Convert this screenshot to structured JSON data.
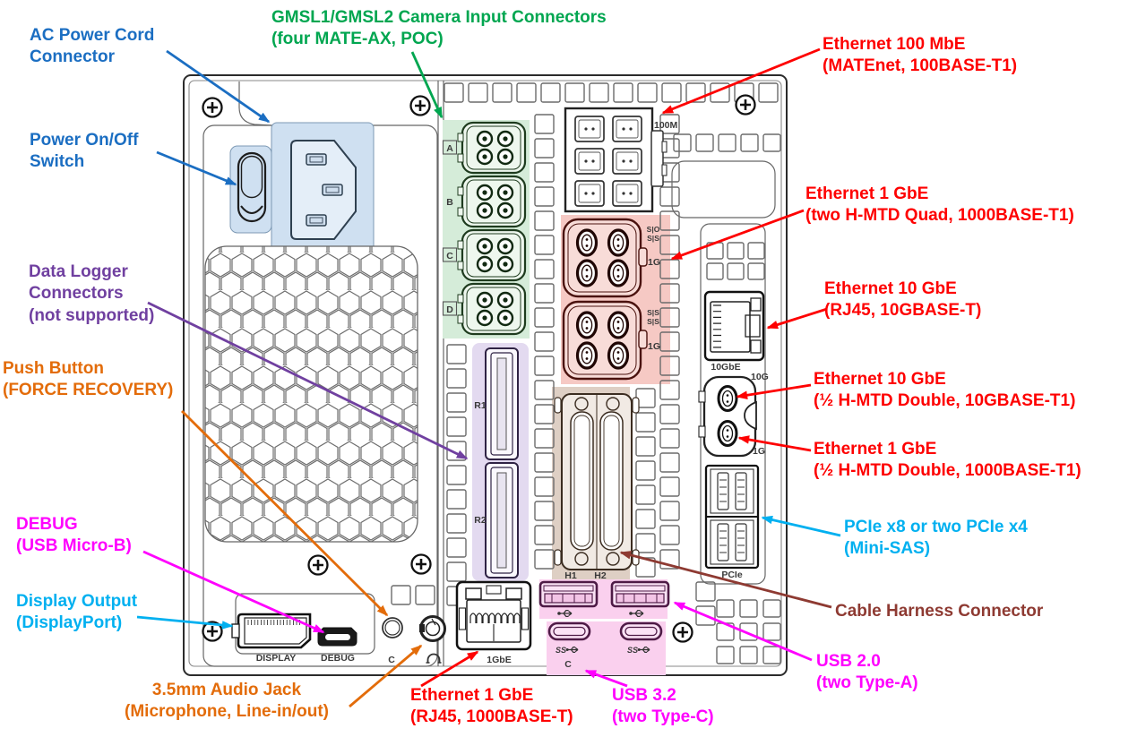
{
  "colors": {
    "c-blue": "#1b6ec2",
    "c-green": "#00a650",
    "c-red": "#fe0000",
    "c-magenta": "#ff00fe",
    "c-cyan": "#00b0f0",
    "c-orange": "#e36c0a",
    "c-purple": "#7040a0",
    "c-brown": "#8e3a32",
    "hl-blue": "#cfe0f1",
    "hl-green": "#d5ecd9",
    "hl-red": "#f6c9c4",
    "hl-purple": "#e3daf0",
    "hl-tan": "#decfc4",
    "hl-pink": "#fad0ee"
  },
  "callouts": {
    "ac_power": {
      "text": "AC Power Cord\nConnector"
    },
    "power_switch": {
      "text": "Power On/Off\nSwitch"
    },
    "gmsl": {
      "text": "GMSL1/GMSL2 Camera Input Connectors\n(four MATE-AX, POC)"
    },
    "eth_100m": {
      "text": "Ethernet 100 MbE\n(MATEnet, 100BASE-T1)"
    },
    "eth_1g_quad": {
      "text": "Ethernet 1 GbE\n(two H-MTD Quad, 1000BASE-T1)"
    },
    "eth_10g_rj45": {
      "text": "Ethernet 10 GbE\n(RJ45, 10GBASE-T)"
    },
    "eth_10g_hmtd": {
      "text": "Ethernet 10 GbE\n(½ H-MTD Double, 10GBASE-T1)"
    },
    "eth_1g_hmtd": {
      "text": "Ethernet 1 GbE\n(½ H-MTD Double, 1000BASE-T1)"
    },
    "pcie": {
      "text": "PCIe x8 or two PCIe x4\n(Mini-SAS)"
    },
    "harness": {
      "text": "Cable Harness Connector"
    },
    "usb2": {
      "text": "USB 2.0\n(two Type-A)"
    },
    "data_logger": {
      "text": "Data Logger\nConnectors\n(not supported)"
    },
    "push_button": {
      "text": "Push Button\n(FORCE RECOVERY)"
    },
    "debug": {
      "text": "DEBUG\n(USB Micro-B)"
    },
    "display_out": {
      "text": "Display Output\n(DisplayPort)"
    },
    "audio": {
      "text": "3.5mm Audio Jack\n(Microphone, Line-in/out)"
    },
    "eth_1g_rj45": {
      "text": "Ethernet 1 GbE\n(RJ45, 1000BASE-T)"
    },
    "usb3": {
      "text": "USB 3.2\n(two Type-C)"
    }
  },
  "panel": {
    "markings": {
      "m100": "100M",
      "gmsl_a": "A",
      "gmsl_b": "B",
      "gmsl_c": "C",
      "gmsl_d": "D",
      "sig_top_1": "S|O",
      "sig_top_2": "S|S",
      "g1_top": "1G",
      "sig_bot_1": "S|S",
      "sig_bot_2": "S|S",
      "g1_bot": "1G",
      "r1": "R1",
      "r2": "R2",
      "h1": "H1",
      "h2": "H2",
      "rj45_10g": "10GbE",
      "hmtd_10g": "10G",
      "hmtd_1g": "1G",
      "pcie": "PCIe",
      "display": "DISPLAY",
      "debug": "DEBUG",
      "rj45_1g": "1GbE",
      "recovery_c": "C",
      "usbc_c": "C",
      "ss_left": "SS",
      "ss_right": "SS"
    }
  }
}
